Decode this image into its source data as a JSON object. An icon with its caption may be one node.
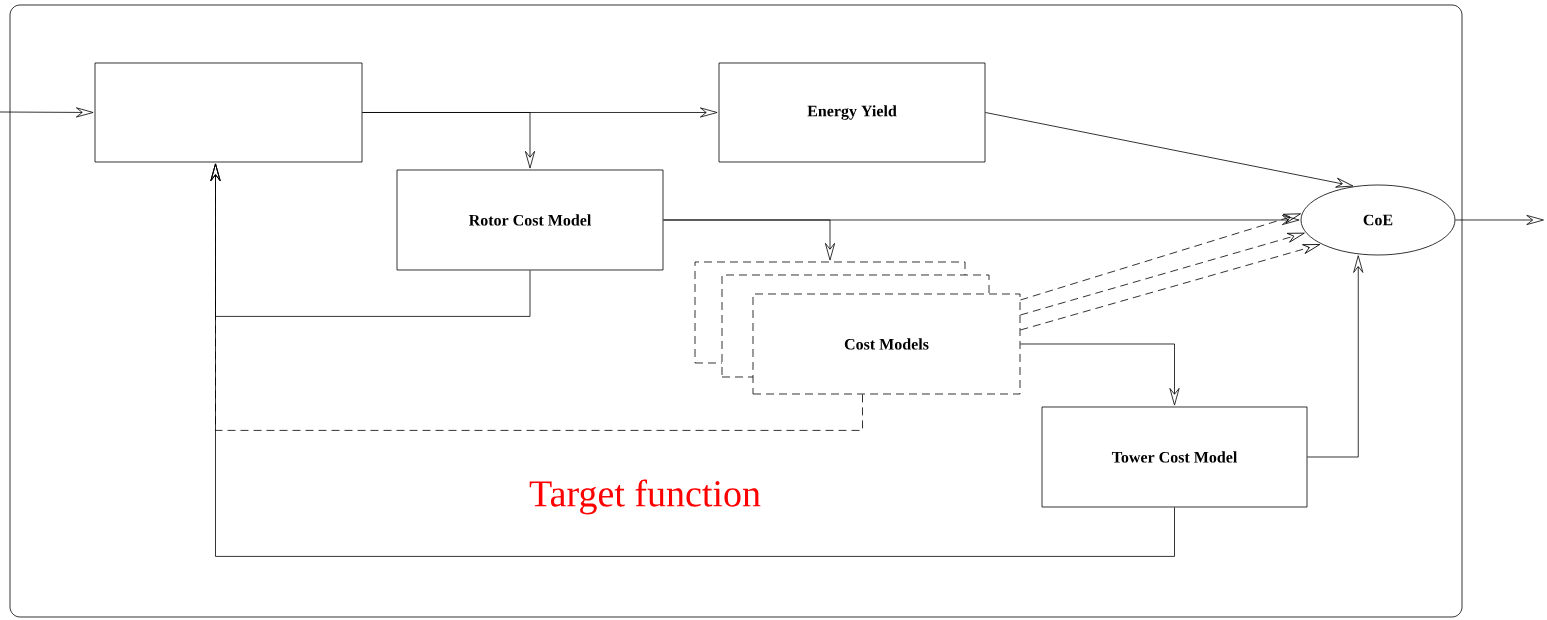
{
  "diagram": {
    "nodes": [
      {
        "text": [
          "Target function"
        ]
      },
      {
        "text": [],
        "shape": "box",
        "in": 0
      },
      {
        "text": [
          "Energy Yield"
        ],
        "in": 0
      },
      {
        "text": [
          "Rotor Cost Model"
        ],
        "in": 0
      },
      {
        "text": [
          "CoE"
        ],
        "in": 0
      },
      {
        "text": [],
        "shape": "box",
        "in": 0
      },
      {
        "text": [],
        "shape": "box",
        "in": 0
      },
      {
        "text": [
          "Cost Models"
        ],
        "in": 0
      },
      {
        "text": [
          "Tower Cost Model"
        ],
        "in": 0
      }
    ],
    "edges": [
      {
        "from": null,
        "to": 1,
        "arrow": "to"
      },
      {
        "from": 1,
        "to": 2,
        "arrow": "to"
      },
      {
        "from": 1,
        "to": 3,
        "arrow": "to"
      },
      {
        "from": 2,
        "to": 4,
        "arrow": "to"
      },
      {
        "from": 3,
        "to": 4,
        "arrow": "to"
      },
      {
        "from": 3,
        "to": 5,
        "arrow": "to"
      },
      {
        "from": 3,
        "to": 1,
        "arrow": "to"
      },
      {
        "from": 7,
        "to": 4,
        "arrow": "to",
        "style": "dashed"
      },
      {
        "from": 7,
        "to": 4,
        "arrow": "to",
        "style": "dashed"
      },
      {
        "from": 7,
        "to": 4,
        "arrow": "to",
        "style": "dashed"
      },
      {
        "from": 7,
        "to": 8,
        "arrow": "to"
      },
      {
        "from": 7,
        "to": 1,
        "arrow": "to",
        "style": "dashed"
      },
      {
        "from": 8,
        "to": 4,
        "arrow": "to"
      },
      {
        "from": 8,
        "to": 1,
        "arrow": "to"
      },
      {
        "from": 4,
        "to": null,
        "arrow": "to"
      }
    ]
  }
}
